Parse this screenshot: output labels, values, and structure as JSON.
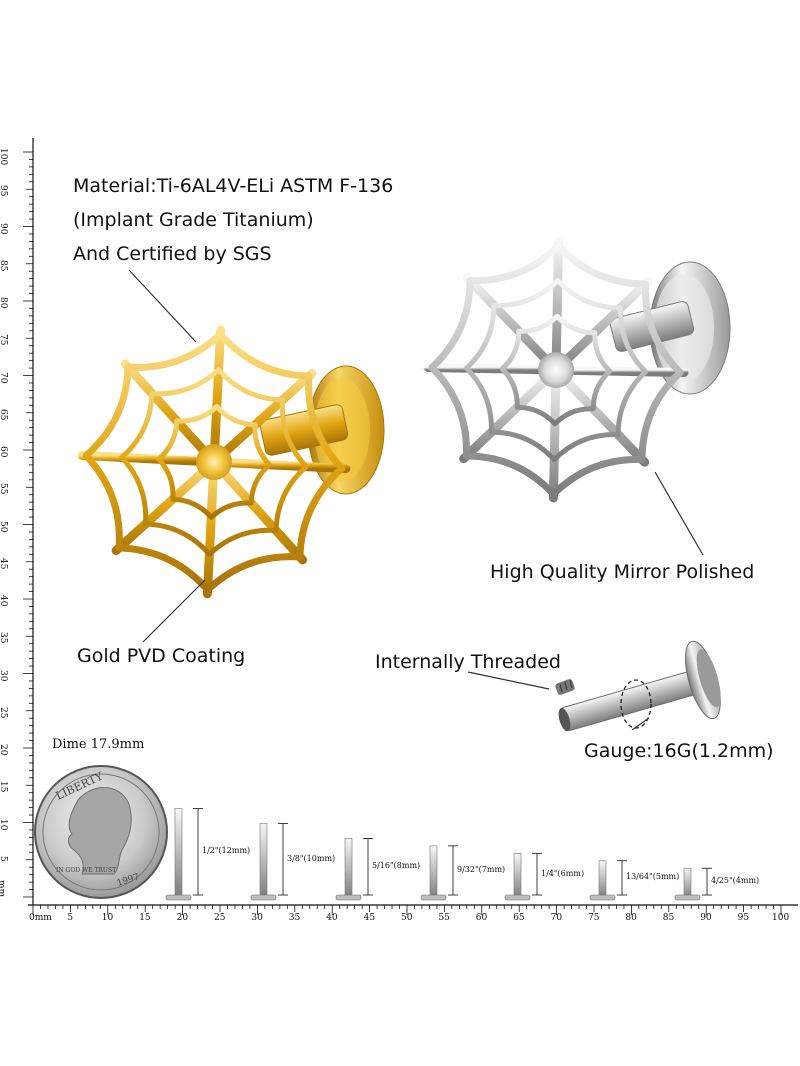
{
  "material": {
    "line1": "Material:Ti-6AL4V-ELi ASTM F-136",
    "line2": "(Implant Grade Titanium)",
    "line3": "And Certified by SGS"
  },
  "callouts": {
    "gold": "Gold PVD Coating",
    "mirror": "High Quality Mirror Polished",
    "threaded": "Internally Threaded",
    "gauge": "Gauge:16G(1.2mm)"
  },
  "dime": {
    "caption": "Dime 17.9mm",
    "liberty": "LIBERTY",
    "motto": "IN GOD WE TRUST",
    "year": "1997"
  },
  "posts": [
    {
      "label": "1/2\"(12mm)"
    },
    {
      "label": "3/8\"(10mm)"
    },
    {
      "label": "5/16\"(8mm)"
    },
    {
      "label": "9/32\"(7mm)"
    },
    {
      "label": "1/4\"(6mm)"
    },
    {
      "label": "13/64\"(5mm)"
    },
    {
      "label": "4/25\"(4mm)"
    }
  ],
  "ruler": {
    "unit": "mm",
    "origin": "0mm",
    "h_labels": [
      "5",
      "10",
      "15",
      "20",
      "25",
      "30",
      "35",
      "40",
      "45",
      "50",
      "55",
      "60",
      "65",
      "70",
      "75",
      "80",
      "85",
      "90",
      "95",
      "100"
    ],
    "v_labels": [
      "5",
      "10",
      "15",
      "20",
      "25",
      "30",
      "35",
      "40",
      "45",
      "50",
      "55",
      "60",
      "65",
      "70",
      "75",
      "80",
      "85",
      "90",
      "95",
      "100"
    ]
  },
  "colors": {
    "gold_light": "#f7d46a",
    "gold_mid": "#e3ae1c",
    "gold_dark": "#b07d0a",
    "silver_light": "#f2f2f2",
    "silver_mid": "#c8c8c8",
    "silver_dark": "#8a8a8a"
  }
}
